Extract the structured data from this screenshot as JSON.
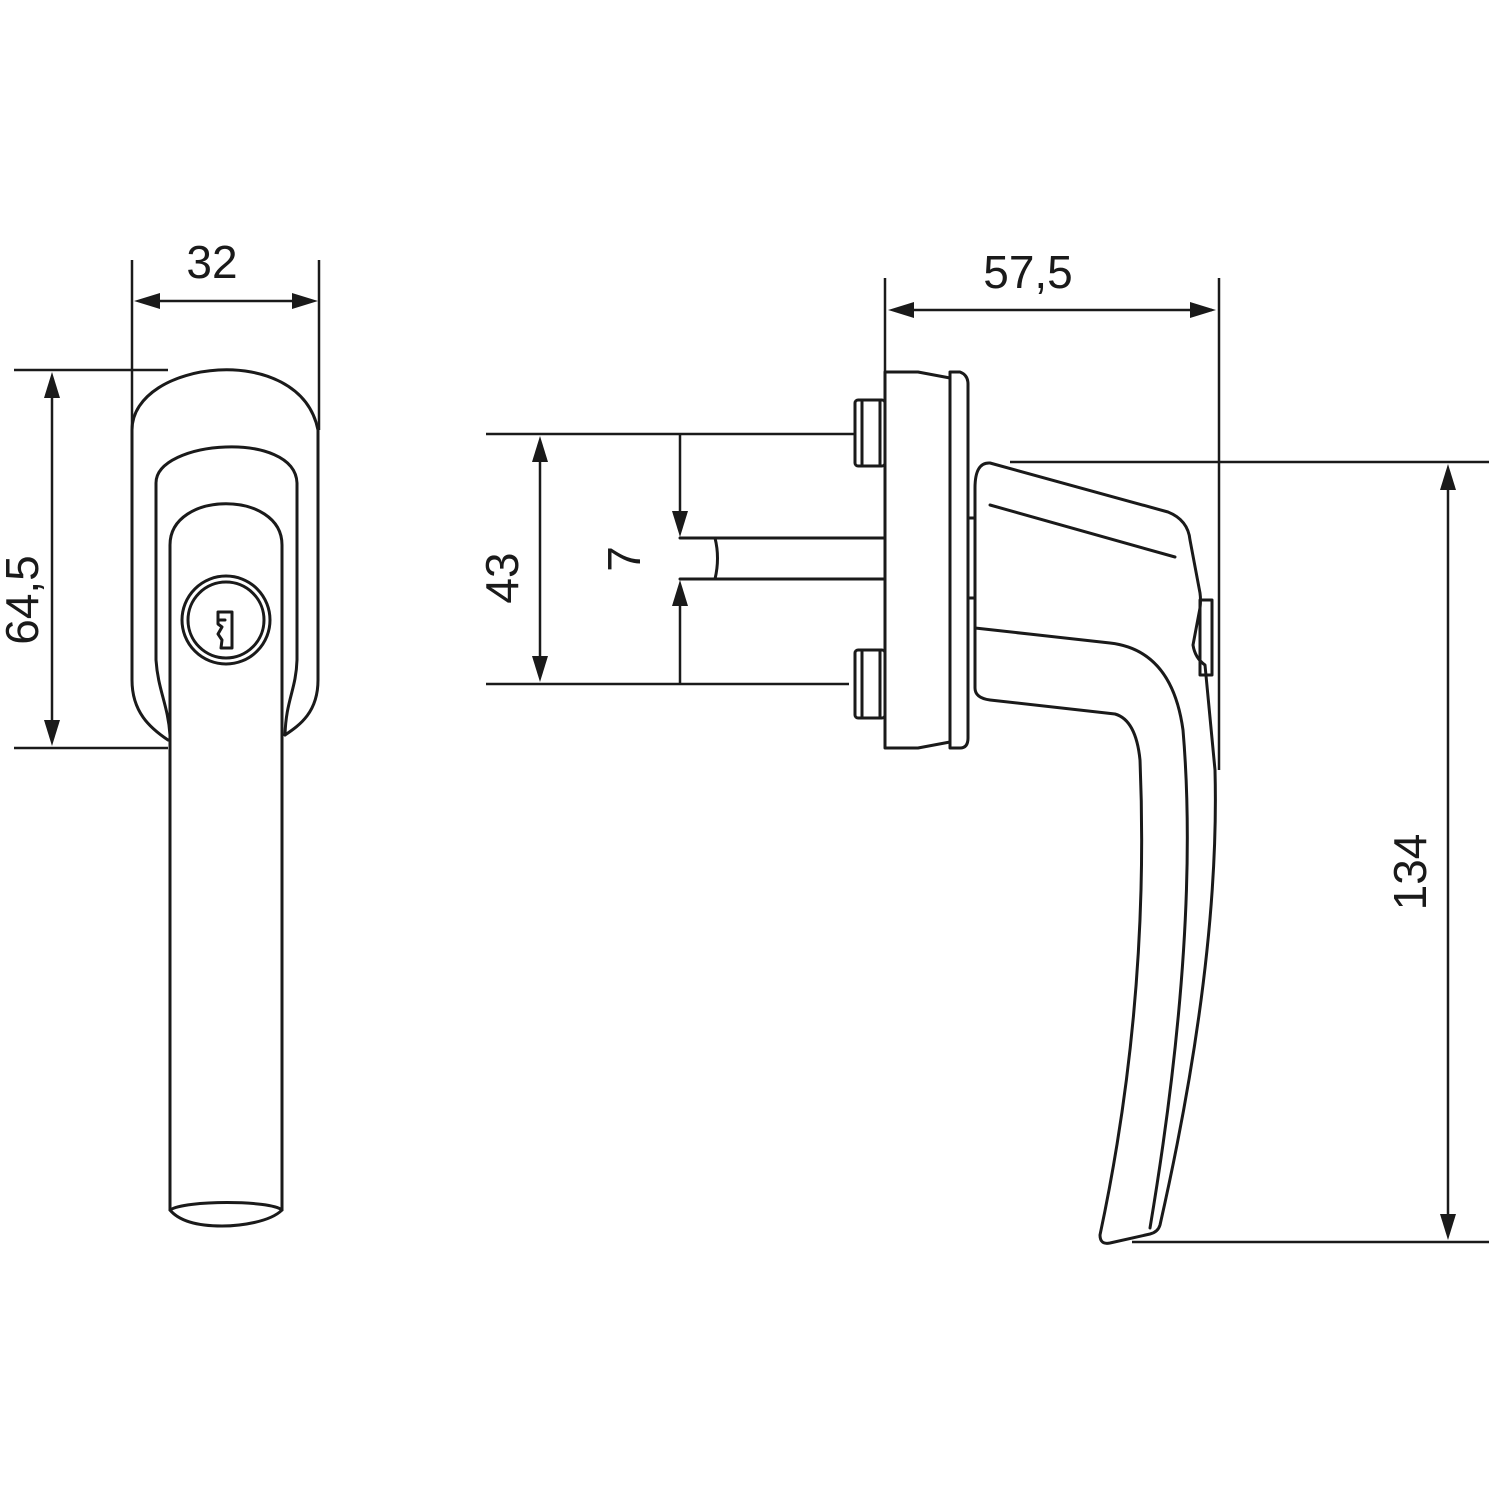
{
  "drawing": {
    "title": "Window handle with lock - dimensioned technical drawing",
    "line_color": "#1a1a1a",
    "background": "#ffffff",
    "views": [
      {
        "name": "front-view",
        "dimensions": {
          "width": "32",
          "rosette_height": "64,5"
        }
      },
      {
        "name": "side-view",
        "dimensions": {
          "projection": "57,5",
          "screw_spacing": "43",
          "spindle": "7",
          "total_height": "134"
        }
      }
    ]
  }
}
